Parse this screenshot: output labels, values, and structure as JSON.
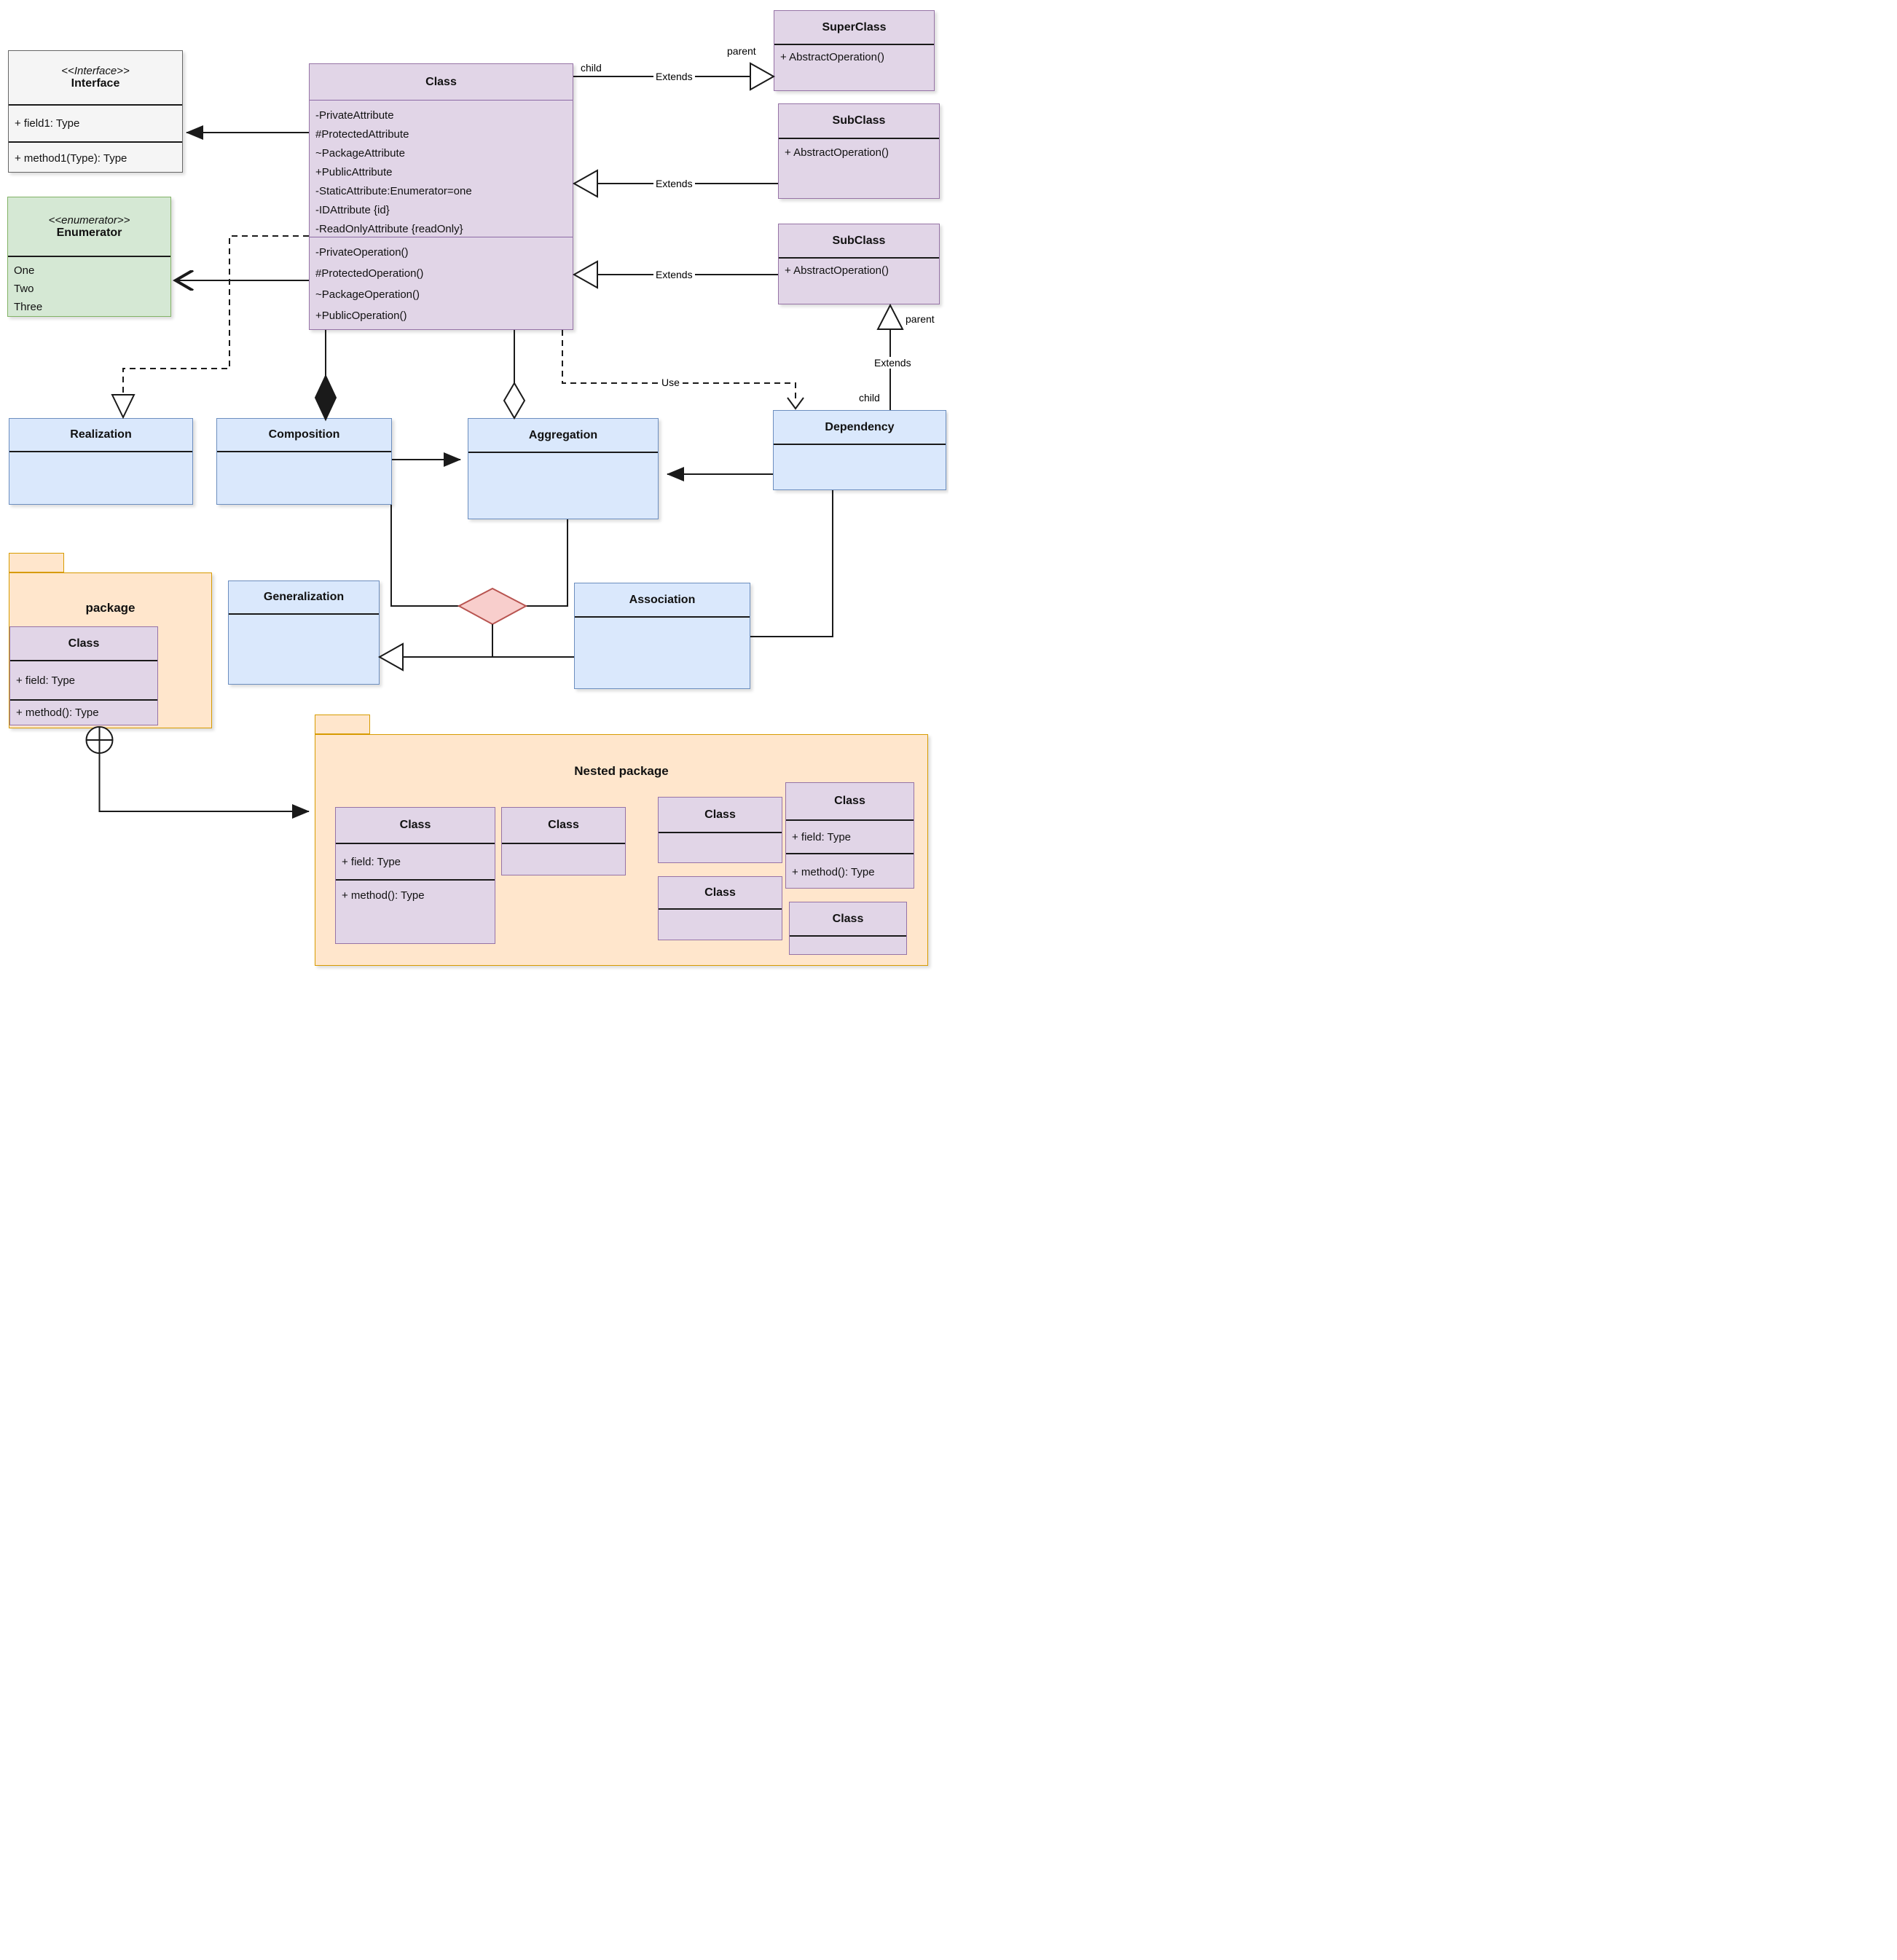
{
  "diagram": {
    "interface": {
      "stereotype": "<<Interface>>",
      "name": "Interface",
      "field": "+ field1: Type",
      "method": "+ method1(Type): Type"
    },
    "enumerator": {
      "stereotype": "<<enumerator>>",
      "name": "Enumerator",
      "values": [
        "One",
        "Two",
        "Three"
      ]
    },
    "main_class": {
      "name": "Class",
      "attributes": [
        "-PrivateAttribute",
        "#ProtectedAttribute",
        "~PackageAttribute",
        "+PublicAttribute",
        "-StaticAttribute:Enumerator=one",
        "-IDAttribute {id}",
        "-ReadOnlyAttribute {readOnly}"
      ],
      "operations": [
        "-PrivateOperation()",
        "#ProtectedOperation()",
        "~PackageOperation()",
        "+PublicOperation()"
      ]
    },
    "superclass": {
      "name": "SuperClass",
      "operation": "+ AbstractOperation()"
    },
    "subclass1": {
      "name": "SubClass",
      "operation": "+ AbstractOperation()"
    },
    "subclass2": {
      "name": "SubClass",
      "operation": "+ AbstractOperation()"
    },
    "relation_boxes": {
      "realization": "Realization",
      "composition": "Composition",
      "aggregation": "Aggregation",
      "dependency": "Dependency",
      "generalization": "Generalization",
      "association": "Association"
    },
    "package": {
      "name": "package",
      "class": {
        "name": "Class",
        "field": "+ field: Type",
        "method": "+ method(): Type"
      }
    },
    "nested_package": {
      "name": "Nested package",
      "classes": [
        {
          "name": "Class",
          "field": "+ field: Type",
          "method": "+ method(): Type"
        },
        {
          "name": "Class"
        },
        {
          "name": "Class"
        },
        {
          "name": "Class"
        },
        {
          "name": "Class",
          "field": "+ field: Type",
          "method": "+ method(): Type"
        },
        {
          "name": "Class"
        }
      ]
    },
    "edge_labels": {
      "top": {
        "child": "child",
        "extends": "Extends",
        "parent": "parent"
      },
      "sub1_extends": "Extends",
      "sub2_extends": "Extends",
      "right": {
        "parent": "parent",
        "extends": "Extends",
        "child": "child"
      },
      "use": "Use"
    },
    "colors": {
      "class_fill": "#e1d5e7",
      "class_border": "#9673a6",
      "relation_fill": "#dae8fc",
      "relation_border": "#6c8ebf",
      "enum_fill": "#d5e8d4",
      "enum_border": "#82b366",
      "package_fill": "#ffe6cc",
      "package_border": "#d79b00",
      "interface_fill": "#f5f5f5",
      "interface_border": "#666666",
      "junction_diamond_fill": "#f8cecc",
      "junction_diamond_border": "#b85450",
      "line": "#1a1a1a"
    }
  }
}
